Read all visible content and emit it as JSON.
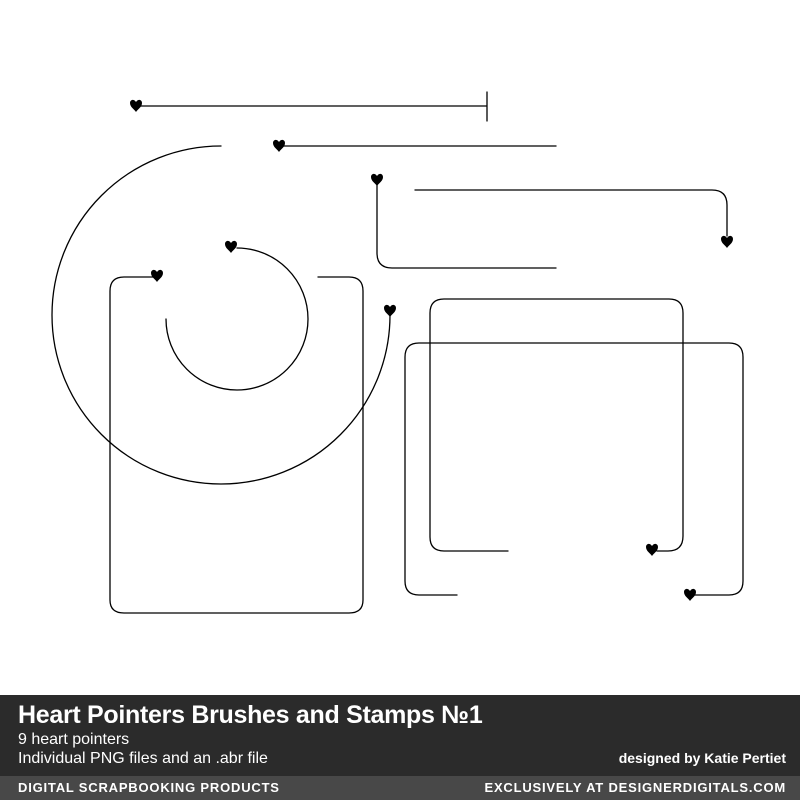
{
  "product": {
    "title": "Heart Pointers Brushes and Stamps №1",
    "subtitle_1": "9 heart pointers",
    "subtitle_2": "Individual PNG files and an .abr file",
    "designer": "designed by Katie Pertiet"
  },
  "footer": {
    "left": "DIGITAL SCRAPBOOKING PRODUCTS",
    "right": "EXCLUSIVELY AT DESIGNERDIGITALS.COM"
  },
  "colors": {
    "stroke": "#000000",
    "band": "#2b2b2b",
    "footer_bar": "#484848",
    "text": "#ffffff"
  },
  "icons": [
    "heart-icon"
  ]
}
